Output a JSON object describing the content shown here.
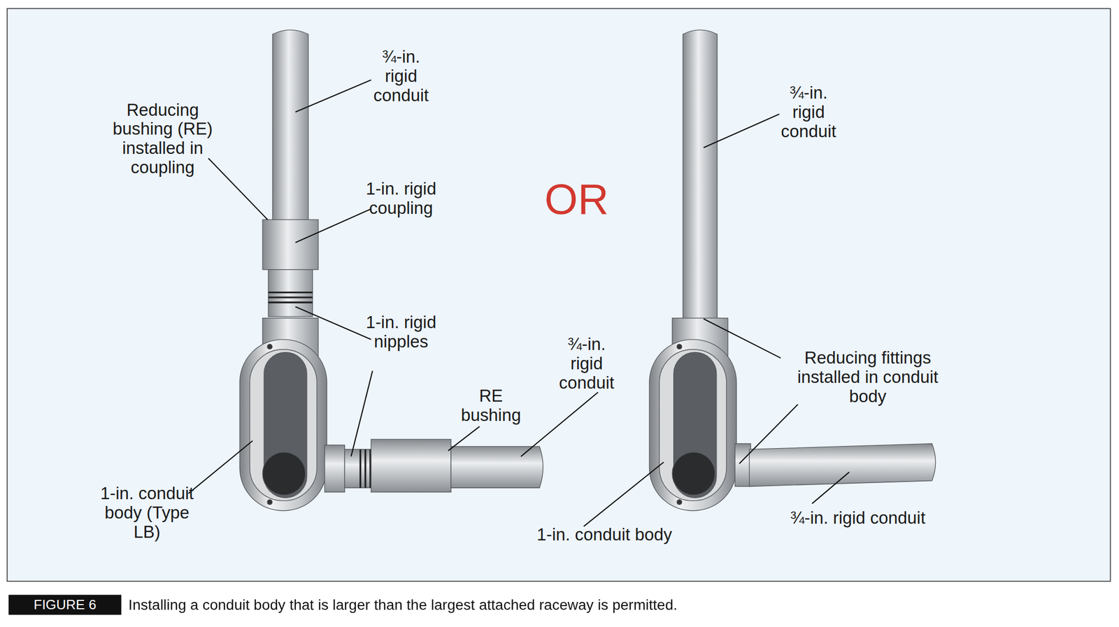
{
  "diagram": {
    "caption": "Installing a conduit body that is larger than the largest attached raceway is permitted.",
    "nodes": [
      {
        "text": [
          "FIGURE 6"
        ]
      }
    ],
    "labels": [
      "¾-in. rigid conduit",
      "Reducing bushing (RE) installed in coupling",
      "1-in. rigid coupling",
      "1-in. rigid nipples",
      "¾-in. rigid conduit",
      "RE bushing",
      "1-in. conduit body (Type LB)",
      "OR",
      "¾-in. rigid conduit",
      "Reducing fittings installed in conduit body",
      "1-in. conduit body",
      "¾-in. rigid conduit"
    ]
  }
}
